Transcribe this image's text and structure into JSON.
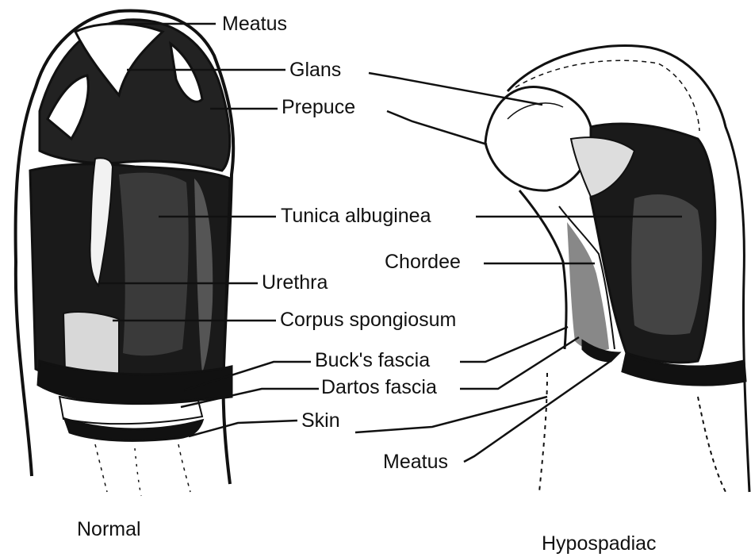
{
  "diagram": {
    "labels": {
      "meatus_normal": "Meatus",
      "glans": "Glans",
      "prepuce": "Prepuce",
      "tunica": "Tunica albuginea",
      "chordee": "Chordee",
      "urethra": "Urethra",
      "corpus": "Corpus spongiosum",
      "bucks": "Buck's fascia",
      "dartos": "Dartos fascia",
      "skin": "Skin",
      "meatus_hypo": "Meatus"
    },
    "captions": {
      "normal": "Normal",
      "hypospadiac": "Hypospadiac"
    }
  },
  "colors": {
    "ink": "#111111",
    "background": "#ffffff"
  }
}
